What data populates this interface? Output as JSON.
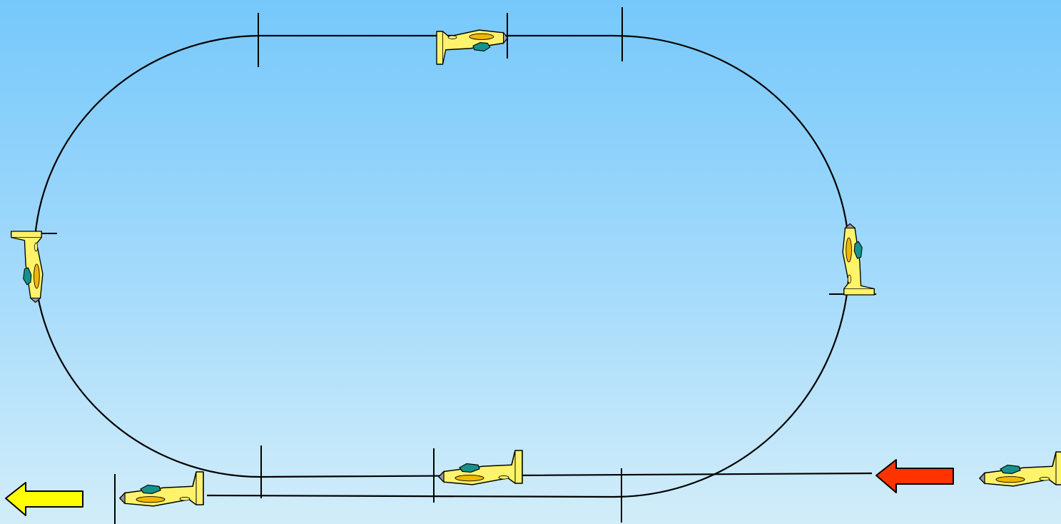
{
  "colors": {
    "sky_top": "#76c8fb",
    "sky_bottom": "#d2edf9",
    "line": "#000000",
    "plane_body": "#fff36b",
    "plane_detail": "#f2b800",
    "canopy": "#15928e",
    "entry_arrow": "#ff3300",
    "exit_arrow": "#ffff00"
  },
  "icons": {
    "aircraft": "aircraft-icon",
    "entry_arrow": "arrow-left-icon",
    "exit_arrow": "arrow-left-icon"
  },
  "diagram": {
    "description_type": "flight-pattern",
    "planes": [
      {
        "id": "entry"
      },
      {
        "id": "bottom-mid"
      },
      {
        "id": "exit"
      },
      {
        "id": "top"
      },
      {
        "id": "left"
      },
      {
        "id": "right"
      }
    ],
    "arrows": [
      {
        "id": "entry",
        "direction": "left"
      },
      {
        "id": "exit",
        "direction": "left"
      }
    ]
  }
}
